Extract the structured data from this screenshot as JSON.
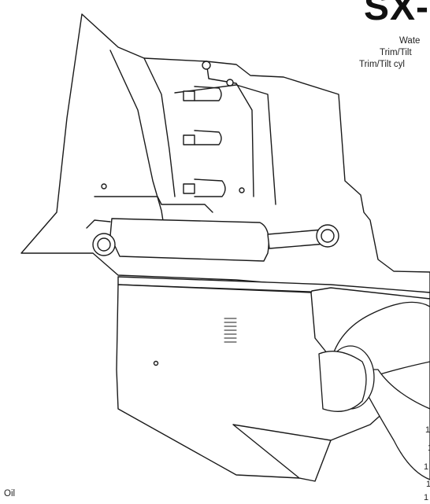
{
  "title": "SX-",
  "callouts": [
    "Wate",
    "Trim/Tilt",
    "Trim/Tilt cyl",
    "Oil"
  ],
  "ref_numbers": [
    "1",
    "1",
    "1",
    "1",
    "1"
  ],
  "colors": {
    "line": "#1a1a1a",
    "fill": "#ffffff"
  }
}
